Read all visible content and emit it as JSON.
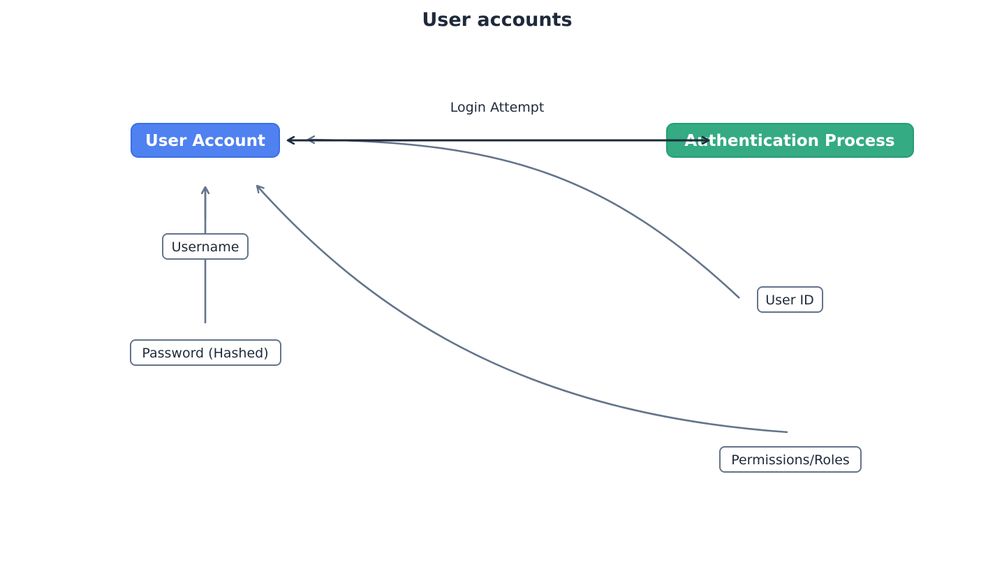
{
  "title": "User accounts",
  "colors": {
    "user_account": "#4f81f0",
    "user_account_border": "#3b6fe6",
    "auth_process": "#34ab82",
    "auth_process_border": "#259e73",
    "attribute_border": "#64748b",
    "attribute_arrow": "#64748b",
    "main_arrow": "#1e293b",
    "text": "#1e293b"
  },
  "nodes": {
    "user_account": {
      "label": "User Account"
    },
    "auth_process": {
      "label": "Authentication Process"
    },
    "username": {
      "label": "Username"
    },
    "password": {
      "label": "Password (Hashed)"
    },
    "user_id": {
      "label": "User ID"
    },
    "permissions": {
      "label": "Permissions/Roles"
    }
  },
  "edges": {
    "login_attempt": {
      "label": "Login Attempt",
      "from": "user_account",
      "to": "auth_process",
      "bidirectional": true
    },
    "username_edge": {
      "from": "username",
      "to": "user_account"
    },
    "password_edge": {
      "from": "password",
      "to": "user_account"
    },
    "user_id_edge": {
      "from": "user_id",
      "to": "user_account"
    },
    "permissions_edge": {
      "from": "permissions",
      "to": "user_account"
    }
  }
}
